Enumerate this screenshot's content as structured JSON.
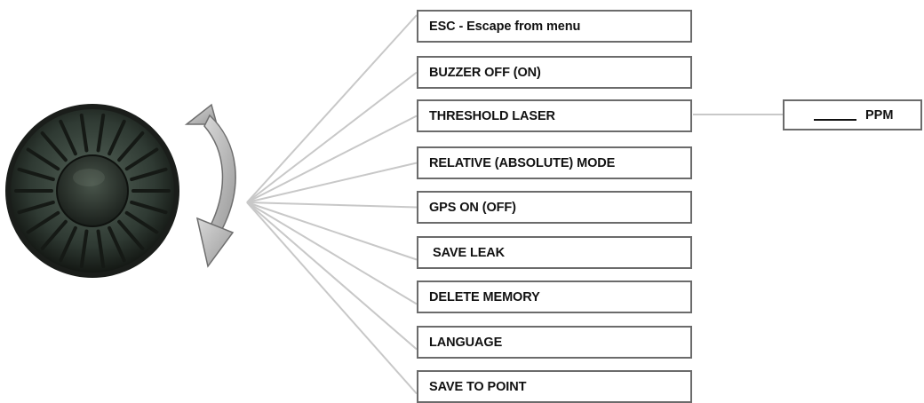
{
  "menu": {
    "items": [
      {
        "label": "ESC - Escape from menu"
      },
      {
        "label": "BUZZER OFF (ON)"
      },
      {
        "label": "THRESHOLD LASER"
      },
      {
        "label": "RELATIVE (ABSOLUTE) MODE"
      },
      {
        "label": "GPS ON (OFF)"
      },
      {
        "label": "SAVE LEAK"
      },
      {
        "label": "DELETE MEMORY"
      },
      {
        "label": "LANGUAGE"
      },
      {
        "label": "SAVE TO POINT"
      }
    ]
  },
  "threshold_value": {
    "unit": "PPM"
  },
  "colors": {
    "connector_line": "#c8c8c8",
    "box_border": "#6b6b6b",
    "knob_dark": "#1e221e",
    "knob_light": "#5a6a5a",
    "arrow_fill": "#b4b4b4",
    "arrow_outline": "#6e6e6e"
  },
  "icons": {
    "knob": "rotary-knob-icon",
    "rotate": "rotate-arrow-icon"
  }
}
